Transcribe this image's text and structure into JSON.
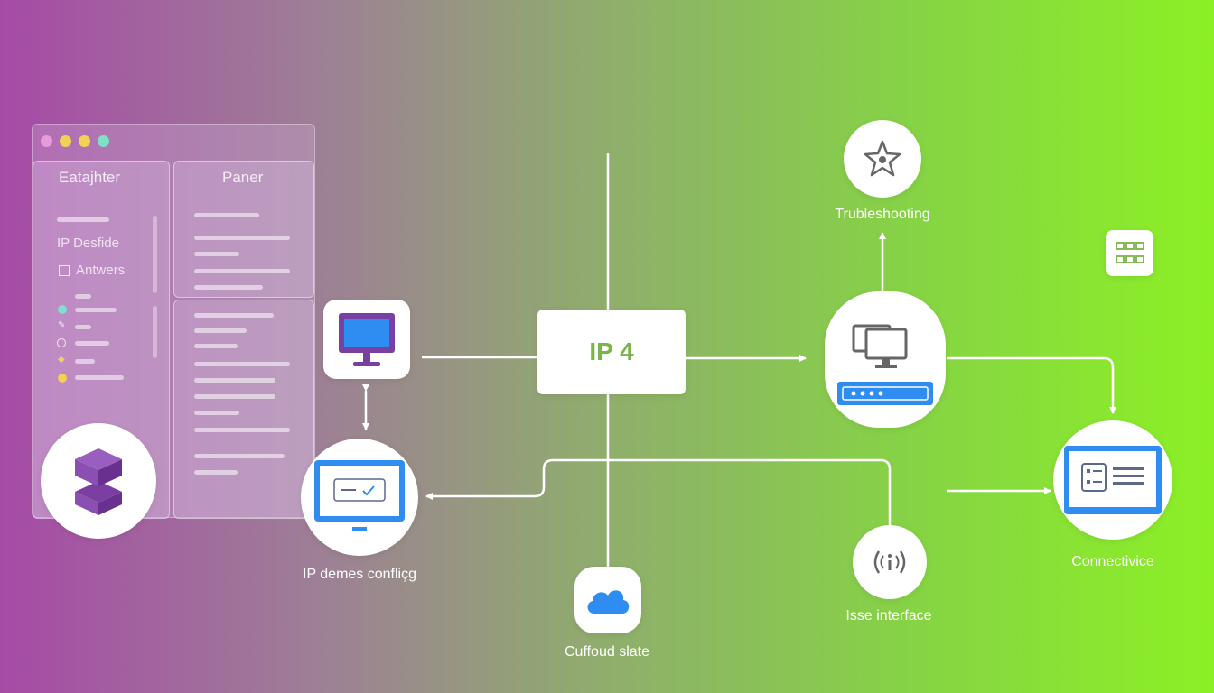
{
  "window": {
    "left_pane_title": "Eatajhter",
    "right_pane_title": "Paner",
    "items": [
      {
        "label": "IP Desfide"
      },
      {
        "label": "Antwers"
      }
    ],
    "traffic_lights": [
      "#e89ad9",
      "#f2d155",
      "#f2d155",
      "#7fe0c8"
    ]
  },
  "nodes": {
    "center": {
      "label": "IP 4"
    },
    "troubleshooting": {
      "label": "Trubleshooting",
      "icon": "star-icon"
    },
    "config": {
      "label": "IP demes confliçg",
      "icon": "monitor-settings-icon"
    },
    "cloud": {
      "label": "Cuffoud slate",
      "icon": "cloud-icon"
    },
    "interface": {
      "label": "Isse interface",
      "icon": "signal-icon"
    },
    "connect": {
      "label": "Connectivice",
      "icon": "monitor-list-icon"
    },
    "router": {
      "icon": "router-icon"
    },
    "pc": {
      "icon": "monitor-icon"
    },
    "cube": {
      "icon": "cube-stack-icon"
    },
    "grid": {
      "icon": "grid-icon"
    }
  },
  "colors": {
    "accent_blue": "#2f8cf0",
    "accent_purple": "#7a3fa0",
    "accent_green": "#7ab347"
  }
}
